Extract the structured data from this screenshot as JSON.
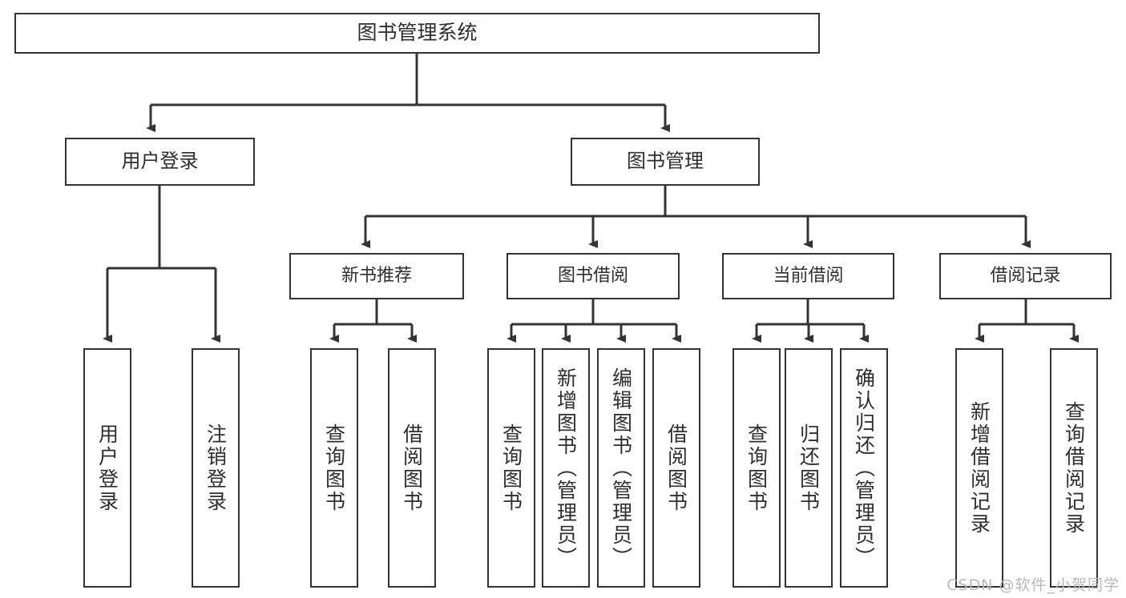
{
  "diagram": {
    "title": "图书管理系统",
    "type": "tree-structure-chart",
    "root": {
      "label": "图书管理系统"
    },
    "level1": [
      {
        "label": "用户登录"
      },
      {
        "label": "图书管理"
      }
    ],
    "level2": [
      {
        "label": "新书推荐"
      },
      {
        "label": "图书借阅"
      },
      {
        "label": "当前借阅"
      },
      {
        "label": "借阅记录"
      }
    ],
    "leaves": {
      "user_login": [
        {
          "label": "用户登录"
        },
        {
          "label": "注销登录"
        }
      ],
      "new_book_recommend": [
        {
          "label": "查询图书"
        },
        {
          "label": "借阅图书"
        }
      ],
      "book_borrow": [
        {
          "label": "查询图书"
        },
        {
          "label": "新增图书（管理员）"
        },
        {
          "label": "编辑图书（管理员）"
        },
        {
          "label": "借阅图书"
        }
      ],
      "current_borrow": [
        {
          "label": "查询图书"
        },
        {
          "label": "归还图书"
        },
        {
          "label": "确认归还（管理员）"
        }
      ],
      "borrow_record": [
        {
          "label": "新增借阅记录"
        },
        {
          "label": "查询借阅记录"
        }
      ]
    }
  },
  "watermark": {
    "text": "CSDN @软件_小贺同学"
  },
  "colors": {
    "box_border": "#333333",
    "box_fill": "#ffffff",
    "text": "#2e2e2e",
    "wire": "#333333",
    "watermark": "#b9b9b9",
    "background": "#ffffff"
  }
}
